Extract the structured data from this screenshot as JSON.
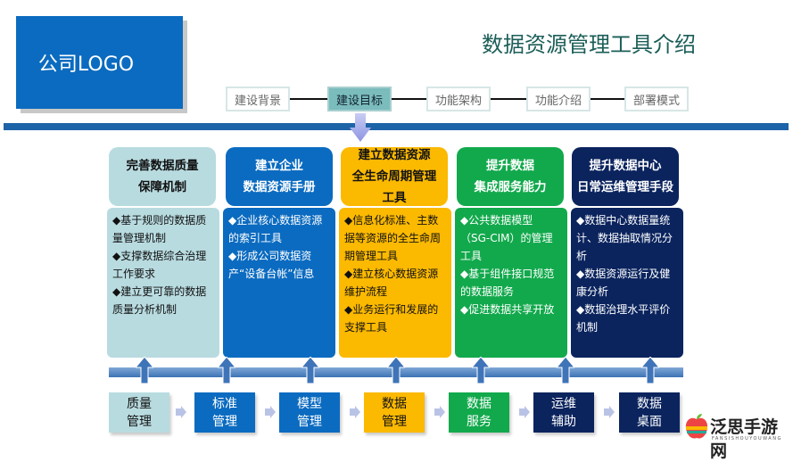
{
  "header": {
    "logo": "公司LOGO",
    "title": "数据资源管理工具介绍"
  },
  "nav": [
    {
      "label": "建设背景"
    },
    {
      "label": "建设目标",
      "active": true
    },
    {
      "label": "功能架构"
    },
    {
      "label": "功能介绍"
    },
    {
      "label": "部署模式"
    }
  ],
  "cards": [
    {
      "title": [
        "完善数据质量",
        "保障机制"
      ],
      "color": "#b8dbe0",
      "text_color": "#111",
      "items": [
        "◆基于规则的数据质量管理机制",
        "◆支撑数据综合治理工作要求",
        "◆建立更可靠的数据质量分析机制"
      ]
    },
    {
      "title": [
        "建立企业",
        "数据资源手册"
      ],
      "color": "#0b6bc0",
      "text_color": "#fff",
      "items": [
        "◆企业核心数据资源的索引工具",
        "◆形成公司数据资产“设备台帐”信息"
      ]
    },
    {
      "title": [
        "建立数据资源",
        "全生命周期管理",
        "工具"
      ],
      "color": "#fbb900",
      "text_color": "#111",
      "items": [
        "◆信息化标准、主数据等资源的全生命周期管理工具",
        "◆建立核心数据资源维护流程",
        "◆业务运行和发展的支撑工具"
      ]
    },
    {
      "title": [
        "提升数据",
        "集成服务能力"
      ],
      "color": "#12a94c",
      "text_color": "#fff",
      "items": [
        "◆公共数据模型（SG-CIM）的管理工具",
        "◆基于组件接口规范的数据服务",
        "◆促进数据共享开放"
      ]
    },
    {
      "title": [
        "提升数据中心",
        "日常运维管理手段"
      ],
      "color": "#0b245e",
      "text_color": "#fff",
      "items": [
        "◆数据中心数据量统计、数据抽取情况分析",
        "◆数据资源运行及健康分析",
        "◆数据治理水平评价机制"
      ]
    }
  ],
  "modules": [
    {
      "label": [
        "质量",
        "管理"
      ],
      "color": "#b8dbe0",
      "text_color": "#111"
    },
    {
      "label": [
        "标准",
        "管理"
      ],
      "color": "#0b6bc0",
      "text_color": "#fff"
    },
    {
      "label": [
        "模型",
        "管理"
      ],
      "color": "#0b6bc0",
      "text_color": "#fff"
    },
    {
      "label": [
        "数据",
        "管理"
      ],
      "color": "#fbb900",
      "text_color": "#111"
    },
    {
      "label": [
        "数据",
        "服务"
      ],
      "color": "#12a94c",
      "text_color": "#fff"
    },
    {
      "label": [
        "运维",
        "辅助"
      ],
      "color": "#0b245e",
      "text_color": "#fff"
    },
    {
      "label": [
        "数据",
        "桌面"
      ],
      "color": "#0b245e",
      "text_color": "#fff"
    }
  ],
  "watermark": {
    "name": "泛思手游网",
    "sub": "FANSISHOUYOUWANG"
  }
}
